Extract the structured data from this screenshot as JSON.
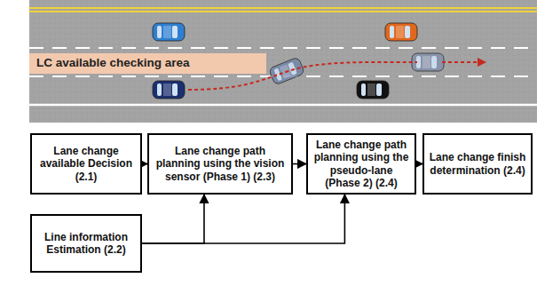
{
  "diagram": {
    "nodes": [
      {
        "text": [
          "LC available checking area"
        ]
      },
      {
        "text": [
          "Lane change available Decision (2.1)"
        ]
      },
      {
        "text": [
          "Lane change path planning using the vision sensor (Phase 1) (2.3)"
        ]
      },
      {
        "text": [
          "Lane change path planning using the pseudo-lane (Phase 2) (2.4)"
        ]
      },
      {
        "text": [
          "Lane change finish determination (2.4)"
        ]
      },
      {
        "text": [
          "Line information Estimation (2.2)"
        ]
      }
    ],
    "edges": [
      {
        "from": 1,
        "to": 2,
        "arrow": "to"
      },
      {
        "from": 2,
        "to": 3,
        "arrow": "to"
      },
      {
        "from": 3,
        "to": 4,
        "arrow": "to"
      },
      {
        "from": 5,
        "to": 2,
        "arrow": "to"
      },
      {
        "from": 5,
        "to": 3,
        "arrow": "to"
      }
    ]
  }
}
